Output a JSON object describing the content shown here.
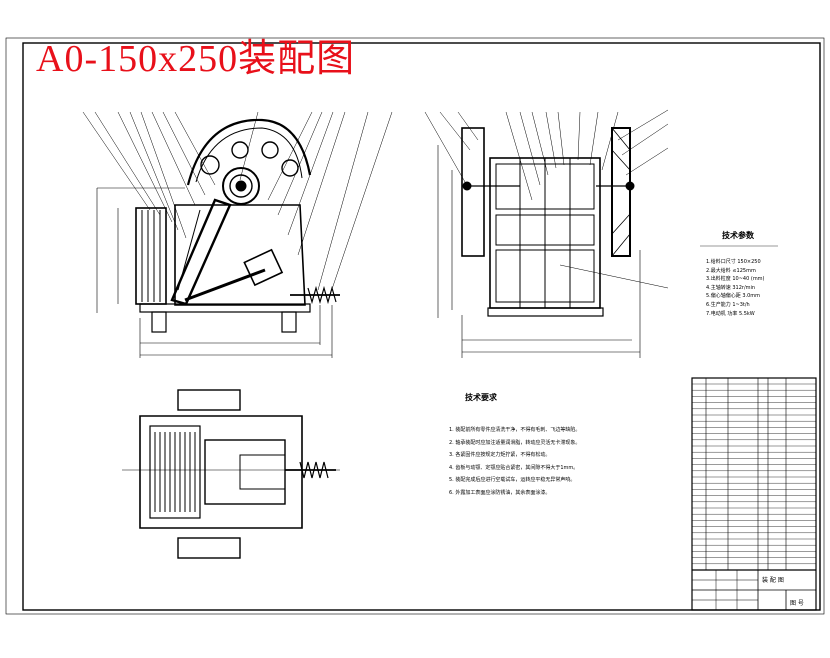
{
  "drawing_title": "A0-150x250装配图",
  "tech_params": {
    "heading": "技术参数",
    "items": [
      "1.给料口尺寸    150×250",
      "2.最大给料    ≤125mm",
      "3.出料粒度    10~40 (mm)",
      "4.主轴转速    312r/min",
      "5.偏心轴偏心距  3.0mm",
      "6.生产能力    1~3t/h",
      "7.电动机    功率 5.5kW"
    ]
  },
  "tech_requirements": {
    "heading": "技术要求",
    "items": [
      "1. 装配前所有零件应清洗干净，不得有毛刺、飞边等缺陷。",
      "2. 轴承装配时应加注适量润滑脂，转动应灵活无卡滞现象。",
      "3. 各紧固件应按规定力矩拧紧，不得有松动。",
      "4. 齿板与动颚、定颚应贴合紧密，其间隙不得大于1mm。",
      "5. 装配完成后应进行空载试车，运转应平稳无异常声响。",
      "6. 外露加工表面应涂防锈油，其余表面涂漆。"
    ]
  },
  "title_block": {
    "drawing_label": "装 配 图",
    "footer_label": "图 号"
  }
}
